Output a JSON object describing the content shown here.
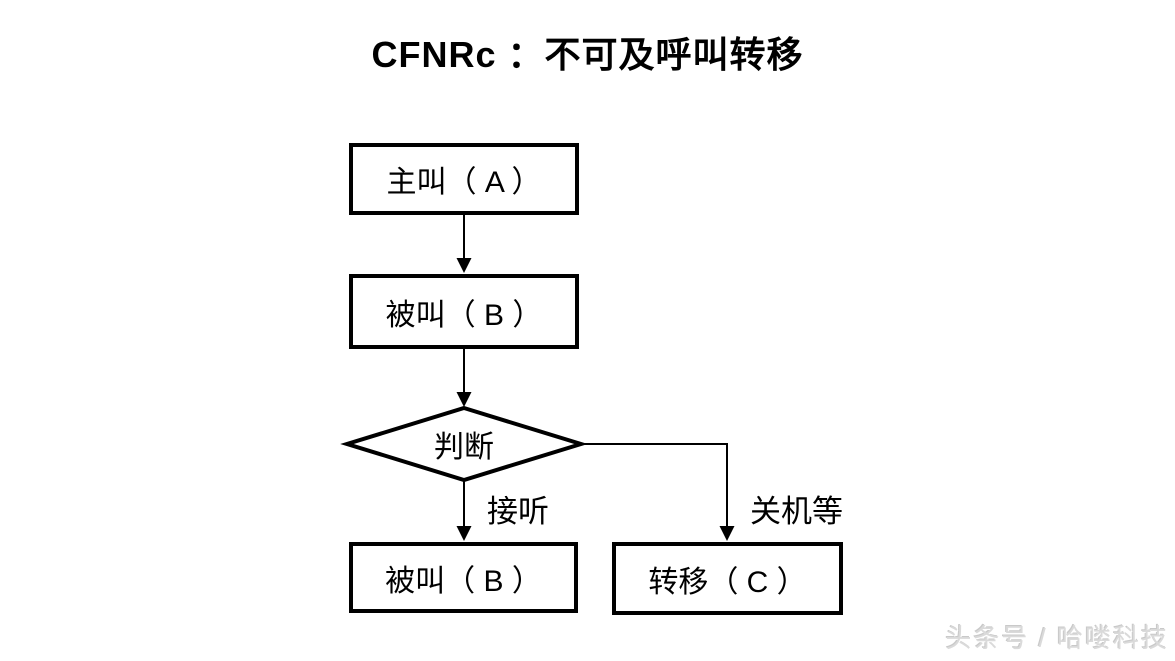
{
  "title": "CFNRc ：不可及呼叫转移",
  "colors": {
    "line": "#000000",
    "background": "#ffffff",
    "watermark": "#dadada"
  },
  "flowchart": {
    "nodes": [
      {
        "id": "caller-a",
        "type": "process",
        "label": "主叫（ A ）"
      },
      {
        "id": "callee-b",
        "type": "process",
        "label": "被叫（ B ）"
      },
      {
        "id": "decision",
        "type": "decision",
        "label": "判断"
      },
      {
        "id": "callee-b-2",
        "type": "process",
        "label": "被叫（ B ）"
      },
      {
        "id": "forward-c",
        "type": "process",
        "label": "转移（ C ）"
      }
    ],
    "edges": [
      {
        "from": "caller-a",
        "to": "callee-b",
        "label": ""
      },
      {
        "from": "callee-b",
        "to": "decision",
        "label": ""
      },
      {
        "from": "decision",
        "to": "callee-b-2",
        "label": "接听"
      },
      {
        "from": "decision",
        "to": "forward-c",
        "label": "关机等"
      }
    ]
  },
  "watermark": "头条号 / 哈喽科技"
}
